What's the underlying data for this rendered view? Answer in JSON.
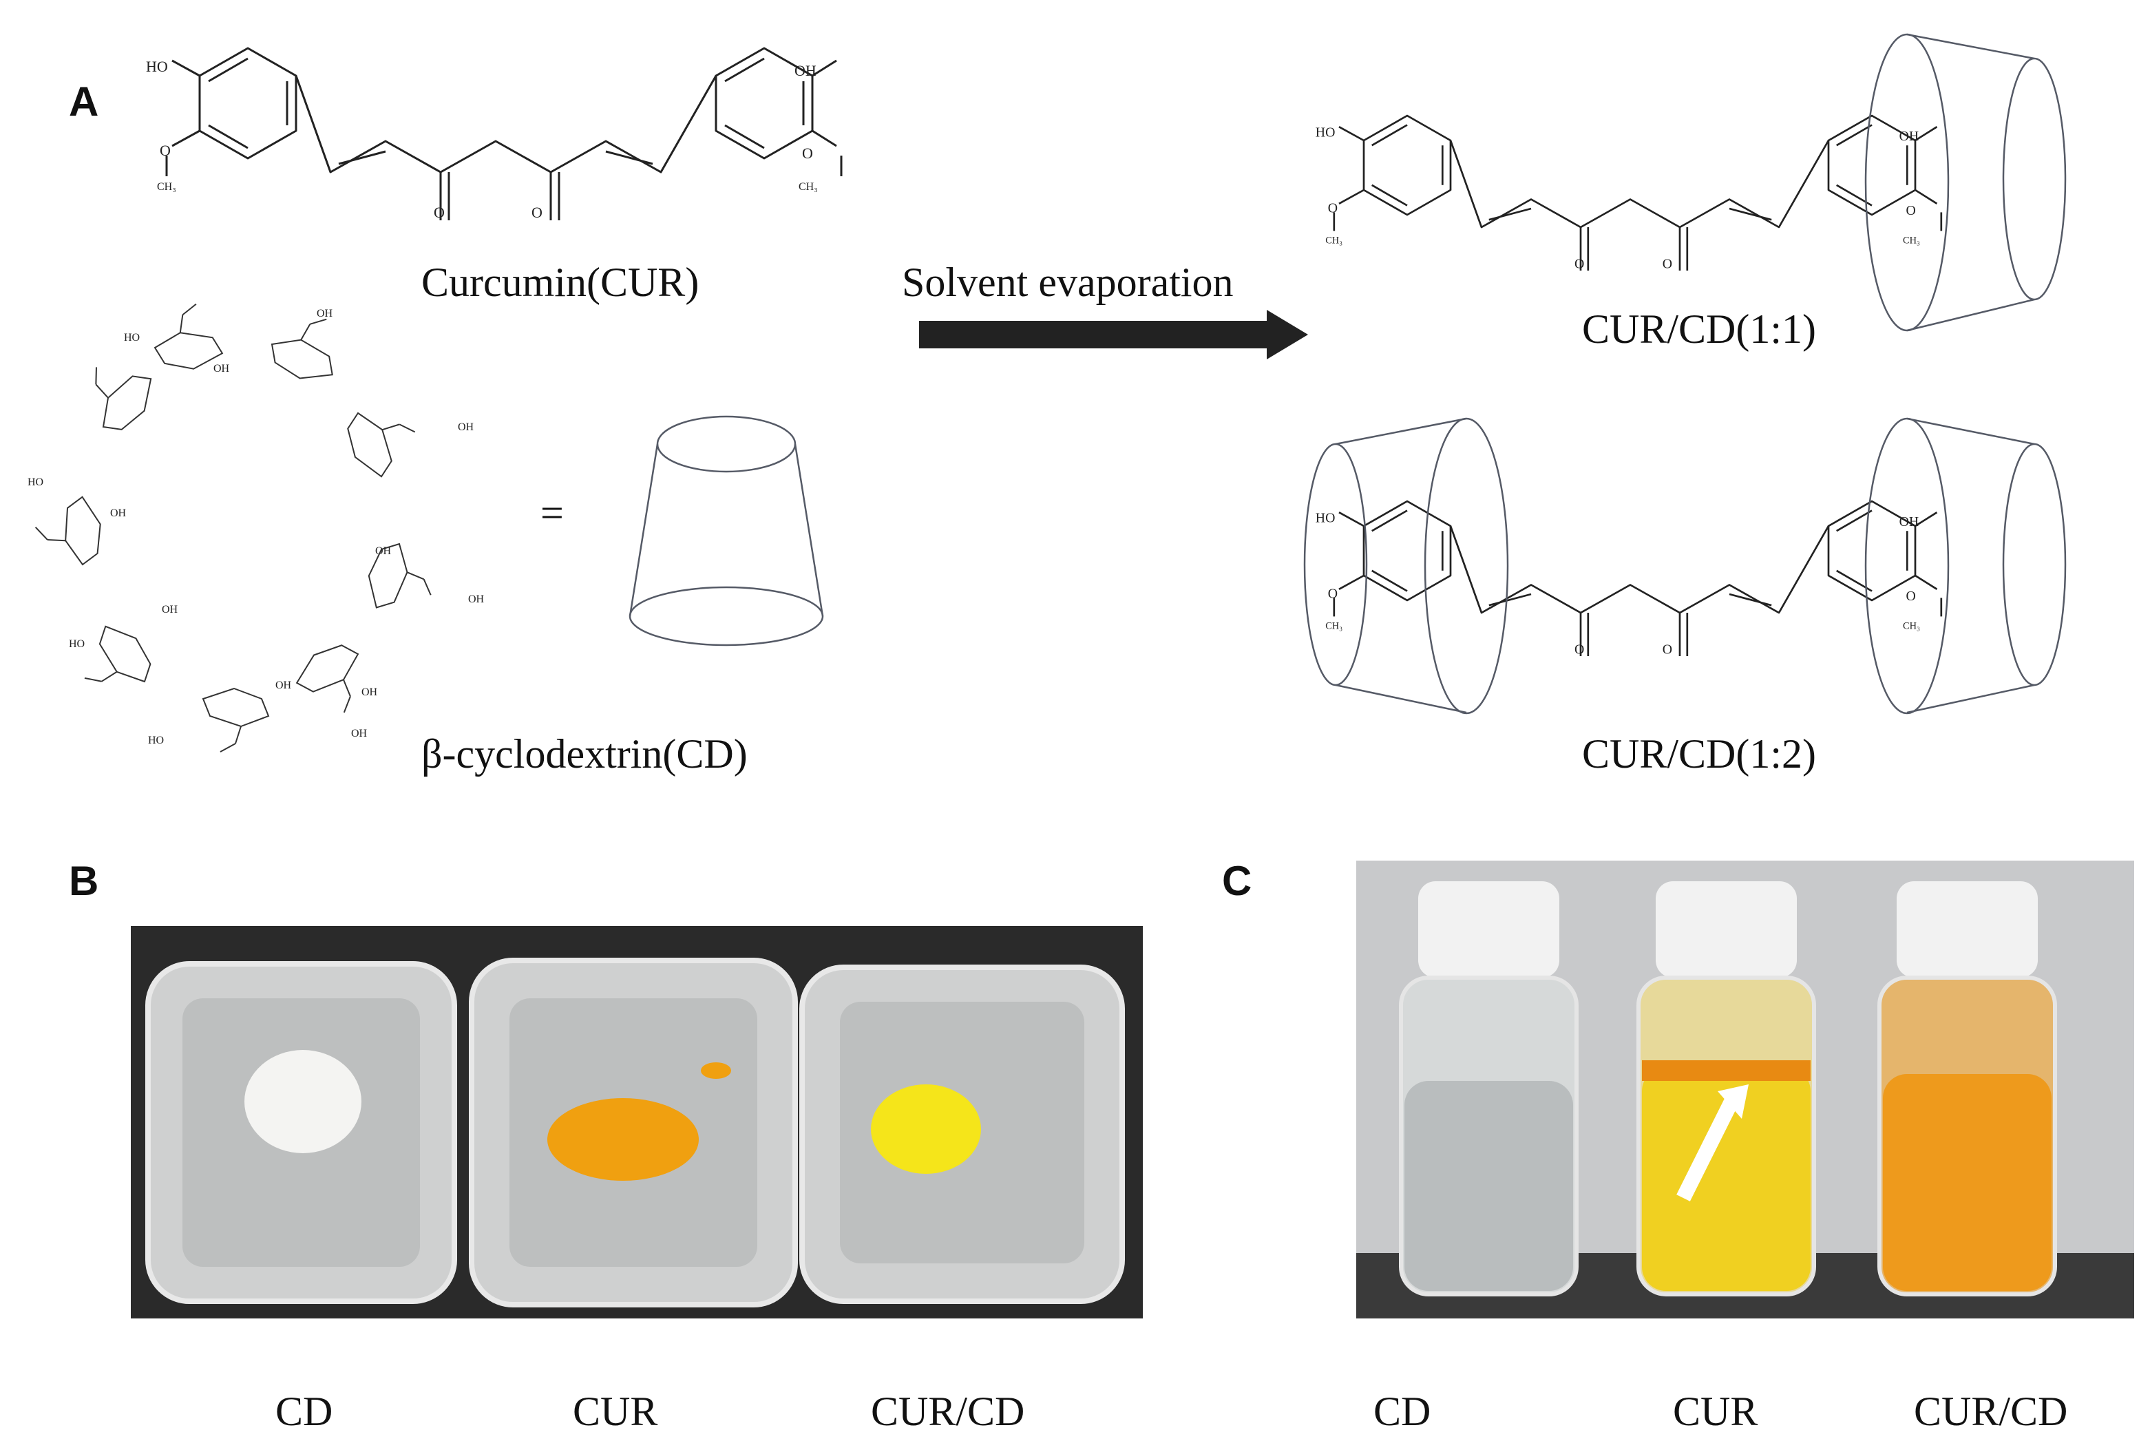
{
  "panels": {
    "a": "A",
    "b": "B",
    "c": "C"
  },
  "labels": {
    "curcumin": "Curcumin(CUR)",
    "cyclodextrin": "β-cyclodextrin(CD)",
    "equals": "=",
    "arrow": "Solvent evaporation",
    "complex_1_1": "CUR/CD(1:1)",
    "complex_1_2": "CUR/CD(1:2)"
  },
  "atoms": {
    "ho": "HO",
    "oh": "OH",
    "o": "O",
    "ch3": "CH₃"
  },
  "photo_b": {
    "captions": [
      "CD",
      "CUR",
      "CUR/CD"
    ]
  },
  "photo_c": {
    "captions": [
      "CD",
      "CUR",
      "CUR/CD"
    ]
  },
  "colors": {
    "cd_powder": "#f4f4f2",
    "cur_powder": "#f0a010",
    "curcd_powder": "#f5e51a",
    "cur_solution": "#f0d021",
    "curcd_solution": "#ee9a1c",
    "backdrop": "#2a2a2a"
  }
}
